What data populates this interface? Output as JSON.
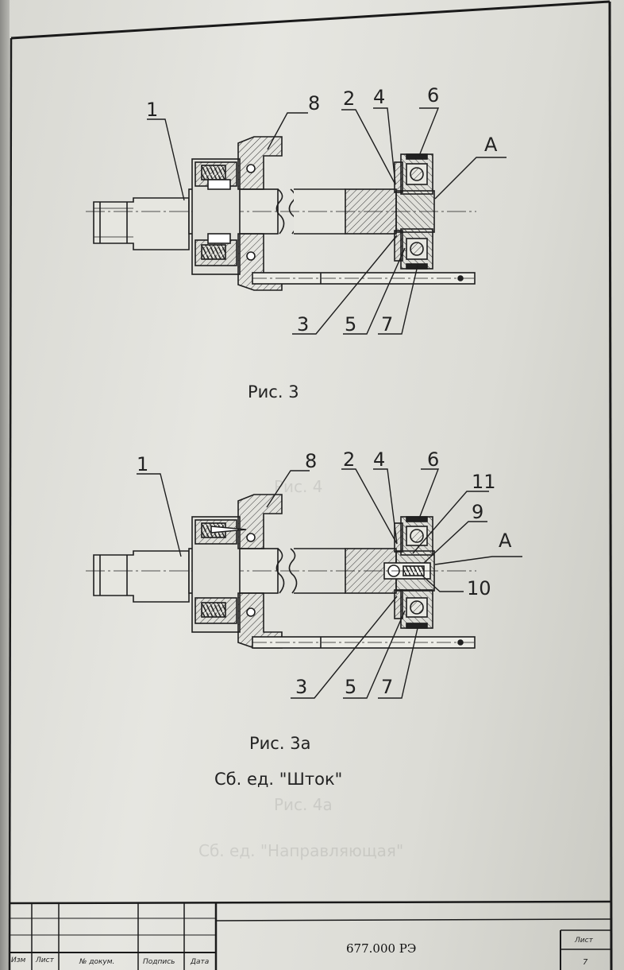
{
  "figure1": {
    "labels": {
      "l1": "1",
      "l8": "8",
      "l2": "2",
      "l4": "4",
      "l6": "6",
      "lA": "A",
      "l3": "3",
      "l5": "5",
      "l7": "7"
    },
    "caption": "Рис. 3"
  },
  "figure2": {
    "labels": {
      "l1": "1",
      "l8": "8",
      "l2": "2",
      "l4": "4",
      "l6": "6",
      "l11": "11",
      "l9": "9",
      "lA": "A",
      "l10": "10",
      "l3": "3",
      "l5": "5",
      "l7": "7"
    },
    "caption": "Рис. 3а",
    "subcaption": "Сб. ед. \"Шток\""
  },
  "title_block": {
    "col_izm": "Изм",
    "col_list": "Лист",
    "col_dokum": "№ докум.",
    "col_podpis": "Подпись",
    "col_data": "Дата",
    "document_number": "677.000 РЭ",
    "sheet_label": "Лист",
    "sheet_number": "7"
  },
  "colors": {
    "ink": "#222222",
    "paper": "#e2e2dc"
  }
}
